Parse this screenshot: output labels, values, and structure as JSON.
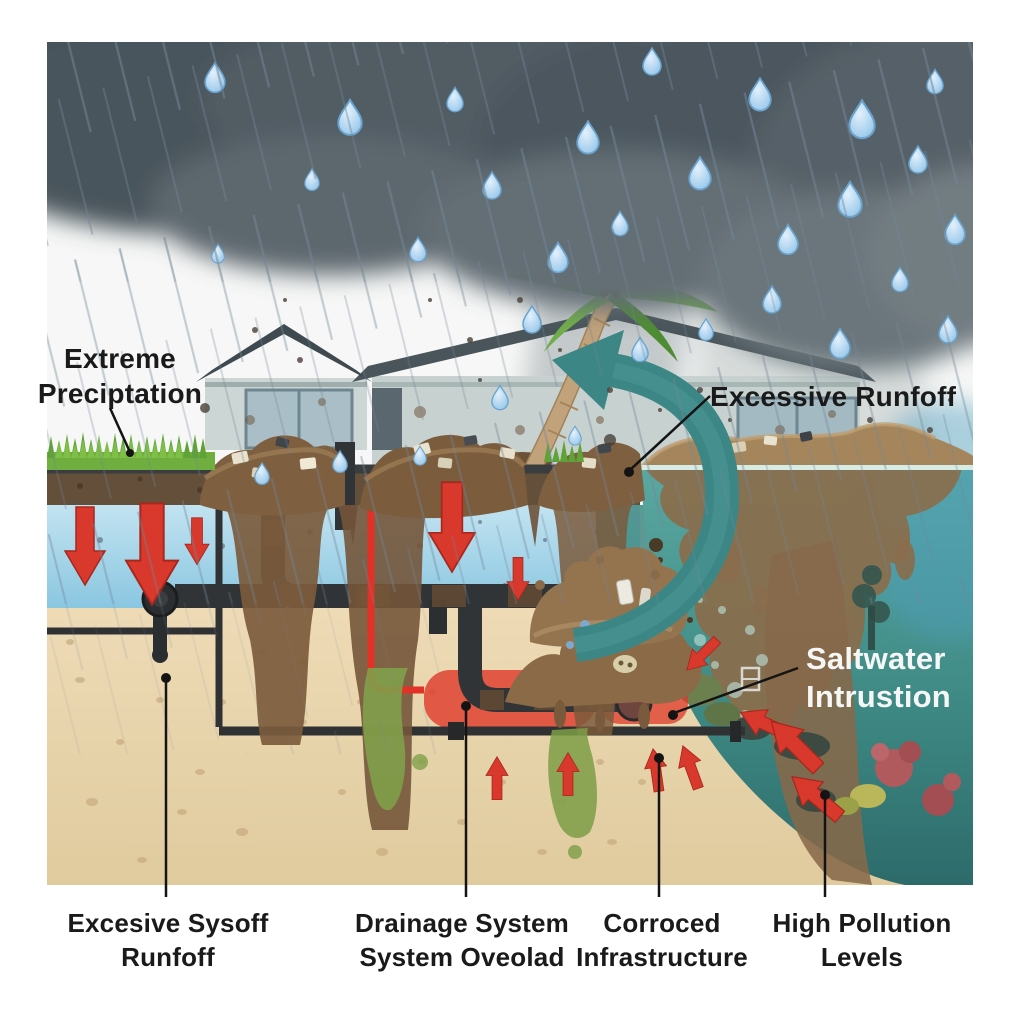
{
  "labels": {
    "extreme_precipitation": {
      "line1": "Extreme",
      "line2": "Preciptation"
    },
    "excessive_runoff": {
      "text": "Excessive Runfoff"
    },
    "saltwater_intrusion": {
      "line1": "Saltwater",
      "line2": "Intrustion"
    },
    "surface_runoff": {
      "line1": "Excesive Sysoff",
      "line2": "Runfoff"
    },
    "drainage_overload": {
      "line1": "Drainage System",
      "line2": "System Oveolad"
    },
    "corroded_infrastructure": {
      "line1": "Corroced",
      "line2": "Infrastructure"
    },
    "high_pollution": {
      "line1": "High Pollution",
      "line2": "Levels"
    }
  },
  "colors": {
    "alert_red": "#d8392c",
    "runoff_arrow_teal": "#3c8786",
    "ocean_teal": "#4f9f9a",
    "groundwater_blue": "#9fd2e8",
    "sand": "#e9d6b0",
    "mud_brown": "#7b5b3c",
    "pipe_gray": "#303234",
    "storm_cloud": "#4c575e",
    "label_black": "#1a1a1a",
    "label_white": "#f4f7f5"
  }
}
